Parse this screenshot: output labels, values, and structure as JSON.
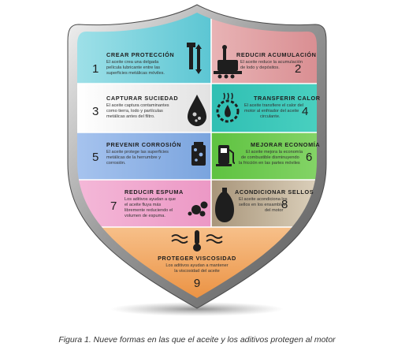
{
  "caption": "Figura 1. Nueve formas en las que el aceite y los aditivos protegen al motor",
  "panels": [
    {
      "num": "1",
      "title": "CREAR PROTECCIÓN",
      "text": [
        "El aceite crea una delgada",
        "película lubricante entre las",
        "superficies metálicas móviles."
      ],
      "icon": "piston-icon",
      "color": "#7fd3dd"
    },
    {
      "num": "2",
      "title": "REDUCIR ACUMULACIÓN",
      "text": [
        "El aceite reduce la acumulación",
        "de lodo y depósitos."
      ],
      "icon": "engine-block-icon",
      "color": "#e3a3a6"
    },
    {
      "num": "3",
      "title": "CAPTURAR SUCIEDAD",
      "text": [
        "El aceite captura contaminantes",
        "como tierra, lodo y partículas",
        "metálicas antes del filtro."
      ],
      "icon": "oil-drop-icon",
      "color": "#f3f3f3"
    },
    {
      "num": "4",
      "title": "TRANSFERIR CALOR",
      "text": [
        "El aceite transfiere el calor del",
        "motor al enfriador del aceite",
        "circulante."
      ],
      "icon": "heat-gear-icon",
      "color": "#35c7b8"
    },
    {
      "num": "5",
      "title": "PREVENIR CORROSIÓN",
      "text": [
        "El aceite protege las superficies",
        "metálicas de la herrumbre y",
        "corrosión."
      ],
      "icon": "corrosion-shield-icon",
      "color": "#8fb3e6"
    },
    {
      "num": "6",
      "title": "MEJORAR ECONOMÍA",
      "text": [
        "El aceite mejora la economía",
        "de combustible disminuyendo",
        "la fricción en las partes móviles"
      ],
      "icon": "fuel-pump-icon",
      "color": "#6ecb4f"
    },
    {
      "num": "7",
      "title": "REDUCIR ESPUMA",
      "text": [
        "Los aditivos ayudan a que",
        "el aceite fluya más",
        "libremente reduciendo el",
        "volumen de espuma."
      ],
      "icon": "foam-bubbles-icon",
      "color": "#f0a8cf"
    },
    {
      "num": "8",
      "title": "ACONDICIONAR SELLOS",
      "text": [
        "El aceite acondiciona los",
        "sellos en los ensambles",
        "del motor"
      ],
      "icon": "seal-icon",
      "color": "#cdbfa6"
    },
    {
      "num": "9",
      "title": "PROTEGER VISCOSIDAD",
      "text": [
        "Los aditivos ayudan a mantener",
        "la viscosidad del aceite"
      ],
      "icon": "thermometer-icon",
      "color": "#f0a45c"
    }
  ]
}
